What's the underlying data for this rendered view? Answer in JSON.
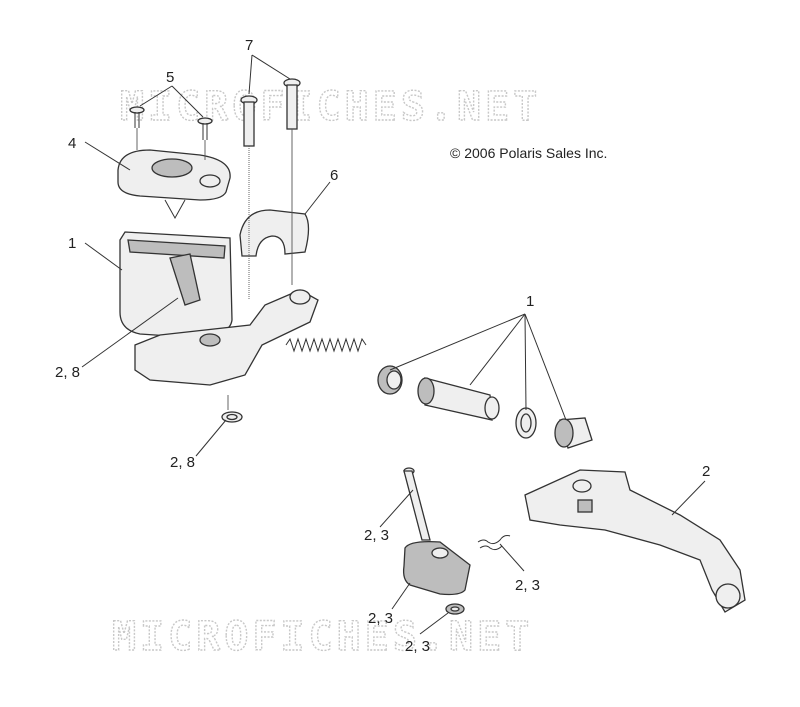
{
  "copyright": "© 2006 Polaris Sales Inc.",
  "watermark": "MICROFICHES.NET",
  "callouts": {
    "c7": "7",
    "c5": "5",
    "c4": "4",
    "c6": "6",
    "c1_reservoir": "1",
    "c2_8_top": "2, 8",
    "c2_8_bottom": "2, 8",
    "c1_piston": "1",
    "c2_lever": "2",
    "c2_3_pin": "2, 3",
    "c2_3_spring": "2, 3",
    "c2_3_block": "2, 3",
    "c2_3_clip": "2, 3"
  }
}
